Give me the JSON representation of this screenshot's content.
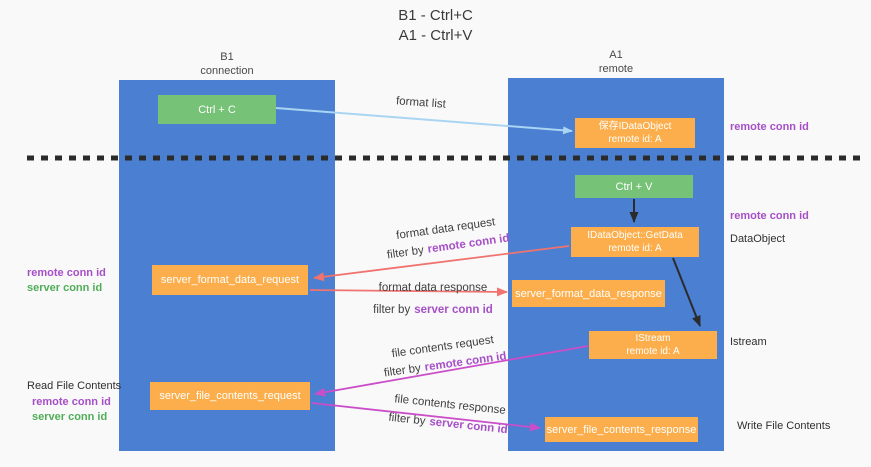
{
  "title": {
    "line1": "B1 - Ctrl+C",
    "line2": "A1 - Ctrl+V"
  },
  "columns": {
    "left": {
      "name": "B1",
      "role": "connection"
    },
    "right": {
      "name": "A1",
      "role": "remote"
    }
  },
  "nodes": {
    "ctrl_c": "Ctrl + C",
    "ctrl_v": "Ctrl + V",
    "save_dataobject_line1": "保存IDataObject",
    "save_dataobject_line2": "remote id: A",
    "getdata_line1": "IDataObject::GetData",
    "getdata_line2": "remote id: A",
    "istream_line1": "IStream",
    "istream_line2": "remote id: A",
    "server_format_data_request": "server_format_data_request",
    "server_format_data_response": "server_format_data_response",
    "server_file_contents_request": "server_file_contents_request",
    "server_file_contents_response": "server_file_contents_response"
  },
  "edge_labels": {
    "format_list": "format list",
    "format_data_request": "format data request",
    "format_data_response": "format data response",
    "file_contents_request": "file contents request",
    "file_contents_response": "file contents response",
    "filter_by": "filter by",
    "remote_conn_id": "remote conn id",
    "server_conn_id": "server conn id"
  },
  "side_labels": {
    "remote_conn_id": "remote conn id",
    "server_conn_id": "server conn id",
    "dataobject": "DataObject",
    "istream": "Istream",
    "read_file_contents": "Read File Contents",
    "write_file_contents": "Write File Contents"
  },
  "colors": {
    "column_blue": "#4a7fd2",
    "node_green": "#76c276",
    "node_orange": "#fbae4b",
    "arrow_light_blue": "#a9d5f3",
    "arrow_salmon": "#f0736f",
    "arrow_magenta": "#cb4ec9",
    "arrow_black": "#2b2b2b",
    "text_purple": "#a64fc8",
    "text_green": "#4fae57",
    "background": "#f9f9f9"
  }
}
